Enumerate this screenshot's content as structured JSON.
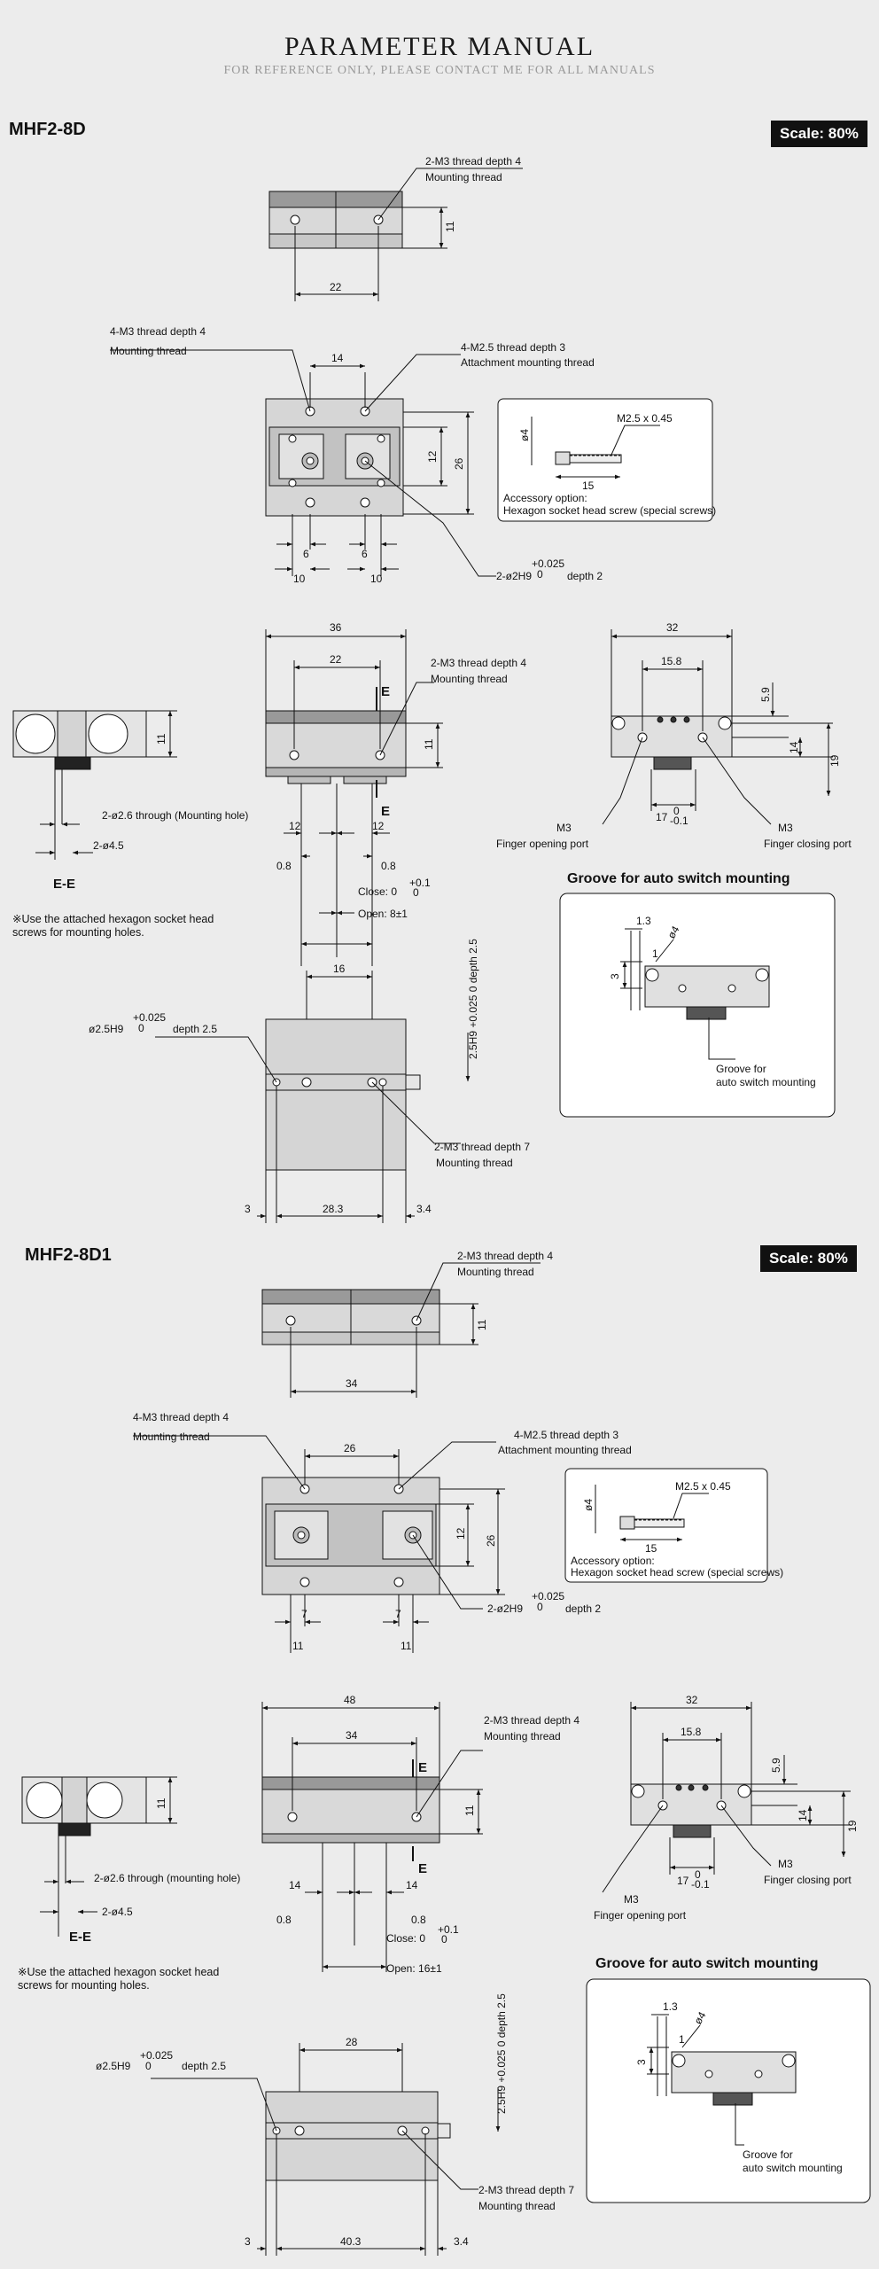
{
  "header": {
    "title": "PARAMETER MANUAL",
    "subtitle": "FOR REFERENCE ONLY, PLEASE CONTACT ME FOR ALL MANUALS"
  },
  "sections": [
    {
      "model": "MHF2-8D",
      "scale": "Scale: 80%",
      "top": {
        "thread": "2-M3 thread depth 4",
        "mount": "Mounting thread",
        "w": "22",
        "h": "11"
      },
      "plan": {
        "t1": "4-M3 thread depth 4",
        "t1b": "Mounting thread",
        "t2": "4-M2.5 thread depth 3",
        "t2b": "Attachment mounting thread",
        "w": "14",
        "h1": "12",
        "h2": "26",
        "d1": "6",
        "d2": "6",
        "d3": "10",
        "d4": "10",
        "pin": "2-ø2H9",
        "pintol": "+0.025",
        "pintol0": "0",
        "pindepth": "depth 2"
      },
      "acc": {
        "screw": "M2.5 x 0.45",
        "dia": "ø4",
        "len": "15",
        "l1": "Accessory option:",
        "l2": "Hexagon socket head screw (special screws)"
      },
      "side": {
        "w1": "36",
        "w2": "22",
        "thread": "2-M3 thread depth 4",
        "mount": "Mounting thread",
        "h": "11",
        "e": "E",
        "d12a": "12",
        "d12b": "12",
        "d08a": "0.8",
        "d08b": "0.8",
        "close": "Close: 0",
        "closetol": "+0.1",
        "closetol0": "0",
        "open": "Open: 8±1"
      },
      "ee": {
        "h": "11",
        "hole": "2-ø2.6 through (Mounting hole)",
        "d": "2-ø4.5",
        "label": "E-E"
      },
      "note": "※Use the attached hexagon socket head screws for mounting holes.",
      "front": {
        "w": "32",
        "w2": "15.8",
        "h1": "5.9",
        "h2": "14",
        "h3": "19",
        "b": "17",
        "btol": "0",
        "btol2": "-0.1",
        "m3a": "M3",
        "open": "Finger opening port",
        "m3b": "M3",
        "close": "Finger closing port"
      },
      "groove": {
        "title": "Groove for auto switch mounting",
        "d1": "1.3",
        "d2": "ø4",
        "d3": "3",
        "d4": "1",
        "l1": "Groove for",
        "l2": "auto switch mounting"
      },
      "bottom": {
        "w": "16",
        "hole": "ø2.5H9",
        "tol": "+0.025",
        "tol0": "0",
        "depth": "depth 2.5",
        "vert": "2.5H9 +0.025 0 depth 2.5",
        "thread": "2-M3 thread depth 7",
        "mount": "Mounting thread",
        "b1": "3",
        "b2": "28.3",
        "b3": "3.4"
      }
    },
    {
      "model": "MHF2-8D1",
      "scale": "Scale: 80%",
      "top": {
        "thread": "2-M3 thread depth 4",
        "mount": "Mounting thread",
        "w": "34",
        "h": "11"
      },
      "plan": {
        "t1": "4-M3 thread depth 4",
        "t1b": "Mounting thread",
        "t2": "4-M2.5 thread depth 3",
        "t2b": "Attachment mounting thread",
        "w": "26",
        "h1": "12",
        "h2": "26",
        "d1": "7",
        "d2": "7",
        "d3": "11",
        "d4": "11",
        "pin": "2-ø2H9",
        "pintol": "+0.025",
        "pintol0": "0",
        "pindepth": "depth 2"
      },
      "acc": {
        "screw": "M2.5 x 0.45",
        "dia": "ø4",
        "len": "15",
        "l1": "Accessory option:",
        "l2": "Hexagon socket head screw (special screws)"
      },
      "side": {
        "w1": "48",
        "w2": "34",
        "thread": "2-M3 thread depth 4",
        "mount": "Mounting thread",
        "h": "11",
        "e": "E",
        "d12a": "14",
        "d12b": "14",
        "d08a": "0.8",
        "d08b": "0.8",
        "close": "Close: 0",
        "closetol": "+0.1",
        "closetol0": "0",
        "open": "Open: 16±1"
      },
      "ee": {
        "h": "11",
        "hole": "2-ø2.6 through (mounting hole)",
        "d": "2-ø4.5",
        "label": "E-E"
      },
      "note": "※Use the attached hexagon socket head screws for mounting holes.",
      "front": {
        "w": "32",
        "w2": "15.8",
        "h1": "5.9",
        "h2": "14",
        "h3": "19",
        "b": "17",
        "btol": "0",
        "btol2": "-0.1",
        "m3a": "M3",
        "open": "Finger opening port",
        "m3b": "M3",
        "close": "Finger closing port"
      },
      "groove": {
        "title": "Groove for auto switch mounting",
        "d1": "1.3",
        "d2": "ø4",
        "d3": "3",
        "d4": "1",
        "l1": "Groove for",
        "l2": "auto switch mounting"
      },
      "bottom": {
        "w": "28",
        "hole": "ø2.5H9",
        "tol": "+0.025",
        "tol0": "0",
        "depth": "depth 2.5",
        "vert": "2.5H9 +0.025 0 depth 2.5",
        "thread": "2-M3 thread depth 7",
        "mount": "Mounting thread",
        "b1": "3",
        "b2": "40.3",
        "b3": "3.4"
      }
    }
  ]
}
